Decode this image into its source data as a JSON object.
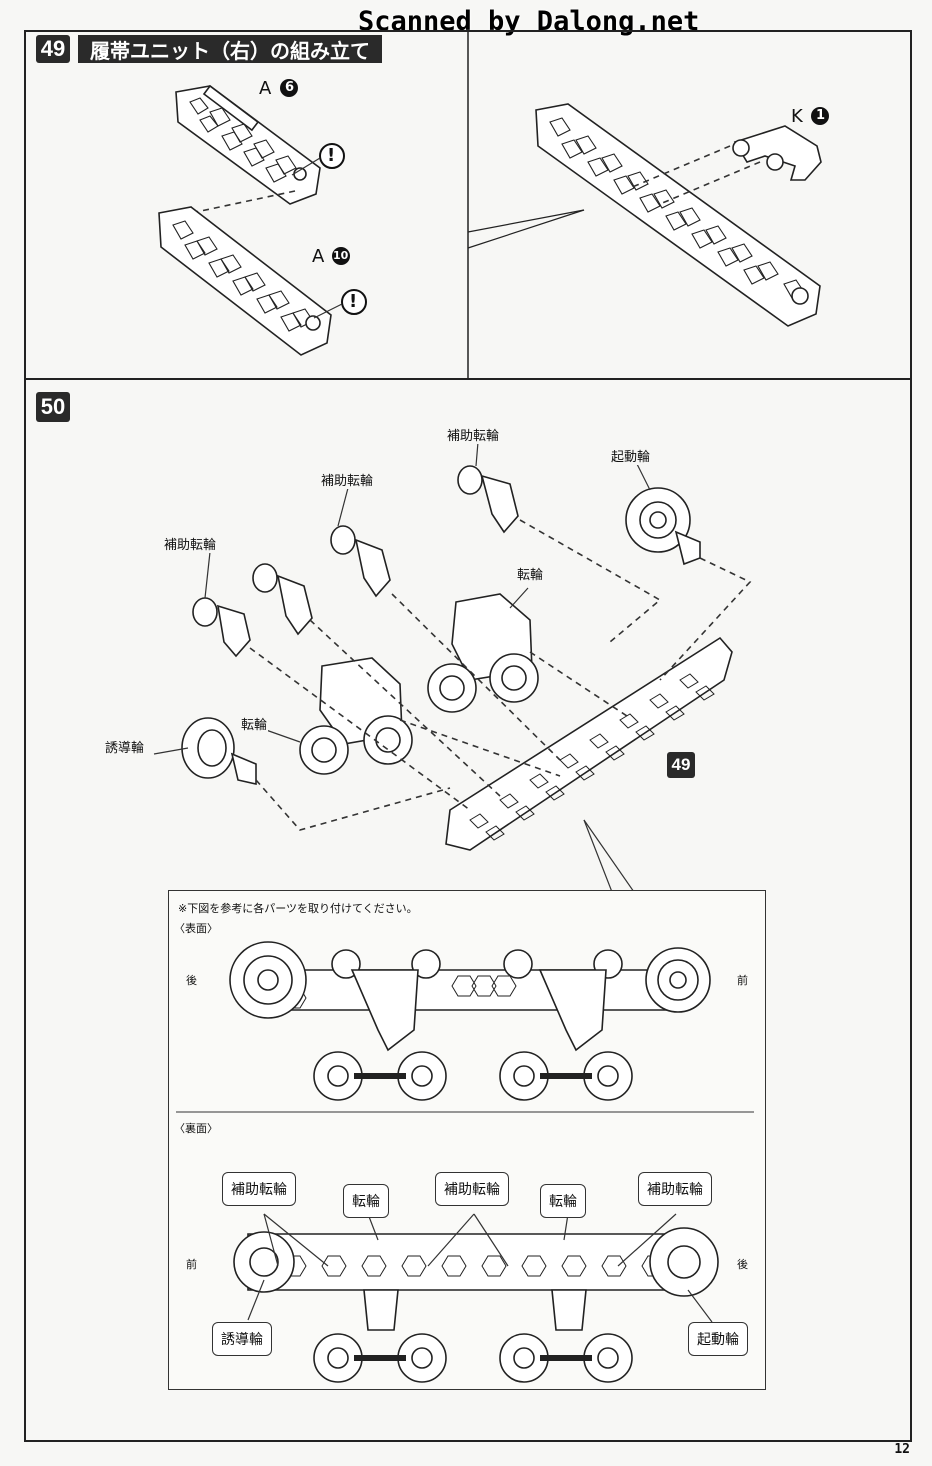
{
  "watermark": "Scanned by Dalong.net",
  "page_number": "12",
  "step49": {
    "number": "49",
    "title": "履帯ユニット（右）の組み立て",
    "part_a_top": "A",
    "part_a_top_num": "6",
    "part_a_bottom": "A",
    "part_a_bottom_num": "10",
    "part_k": "K",
    "part_k_num": "1",
    "caution": "!"
  },
  "step50": {
    "number": "50",
    "ref_badge": "49",
    "labels": {
      "aux_wheel_1": "補助転輪",
      "aux_wheel_2": "補助転輪",
      "aux_wheel_3": "補助転輪",
      "drive_wheel": "起動輪",
      "road_wheel_1": "転輪",
      "road_wheel_2": "転輪",
      "idler": "誘導輪"
    },
    "inset": {
      "note": "※下図を参考に各パーツを取り付けてください。",
      "front_face": "〈表面〉",
      "back_face": "〈裏面〉",
      "rear": "後",
      "front": "前",
      "front2": "前",
      "rear2": "後",
      "callouts": [
        "補助転輪",
        "転輪",
        "補助転輪",
        "転輪",
        "補助転輪",
        "誘導輪",
        "起動輪"
      ]
    }
  }
}
